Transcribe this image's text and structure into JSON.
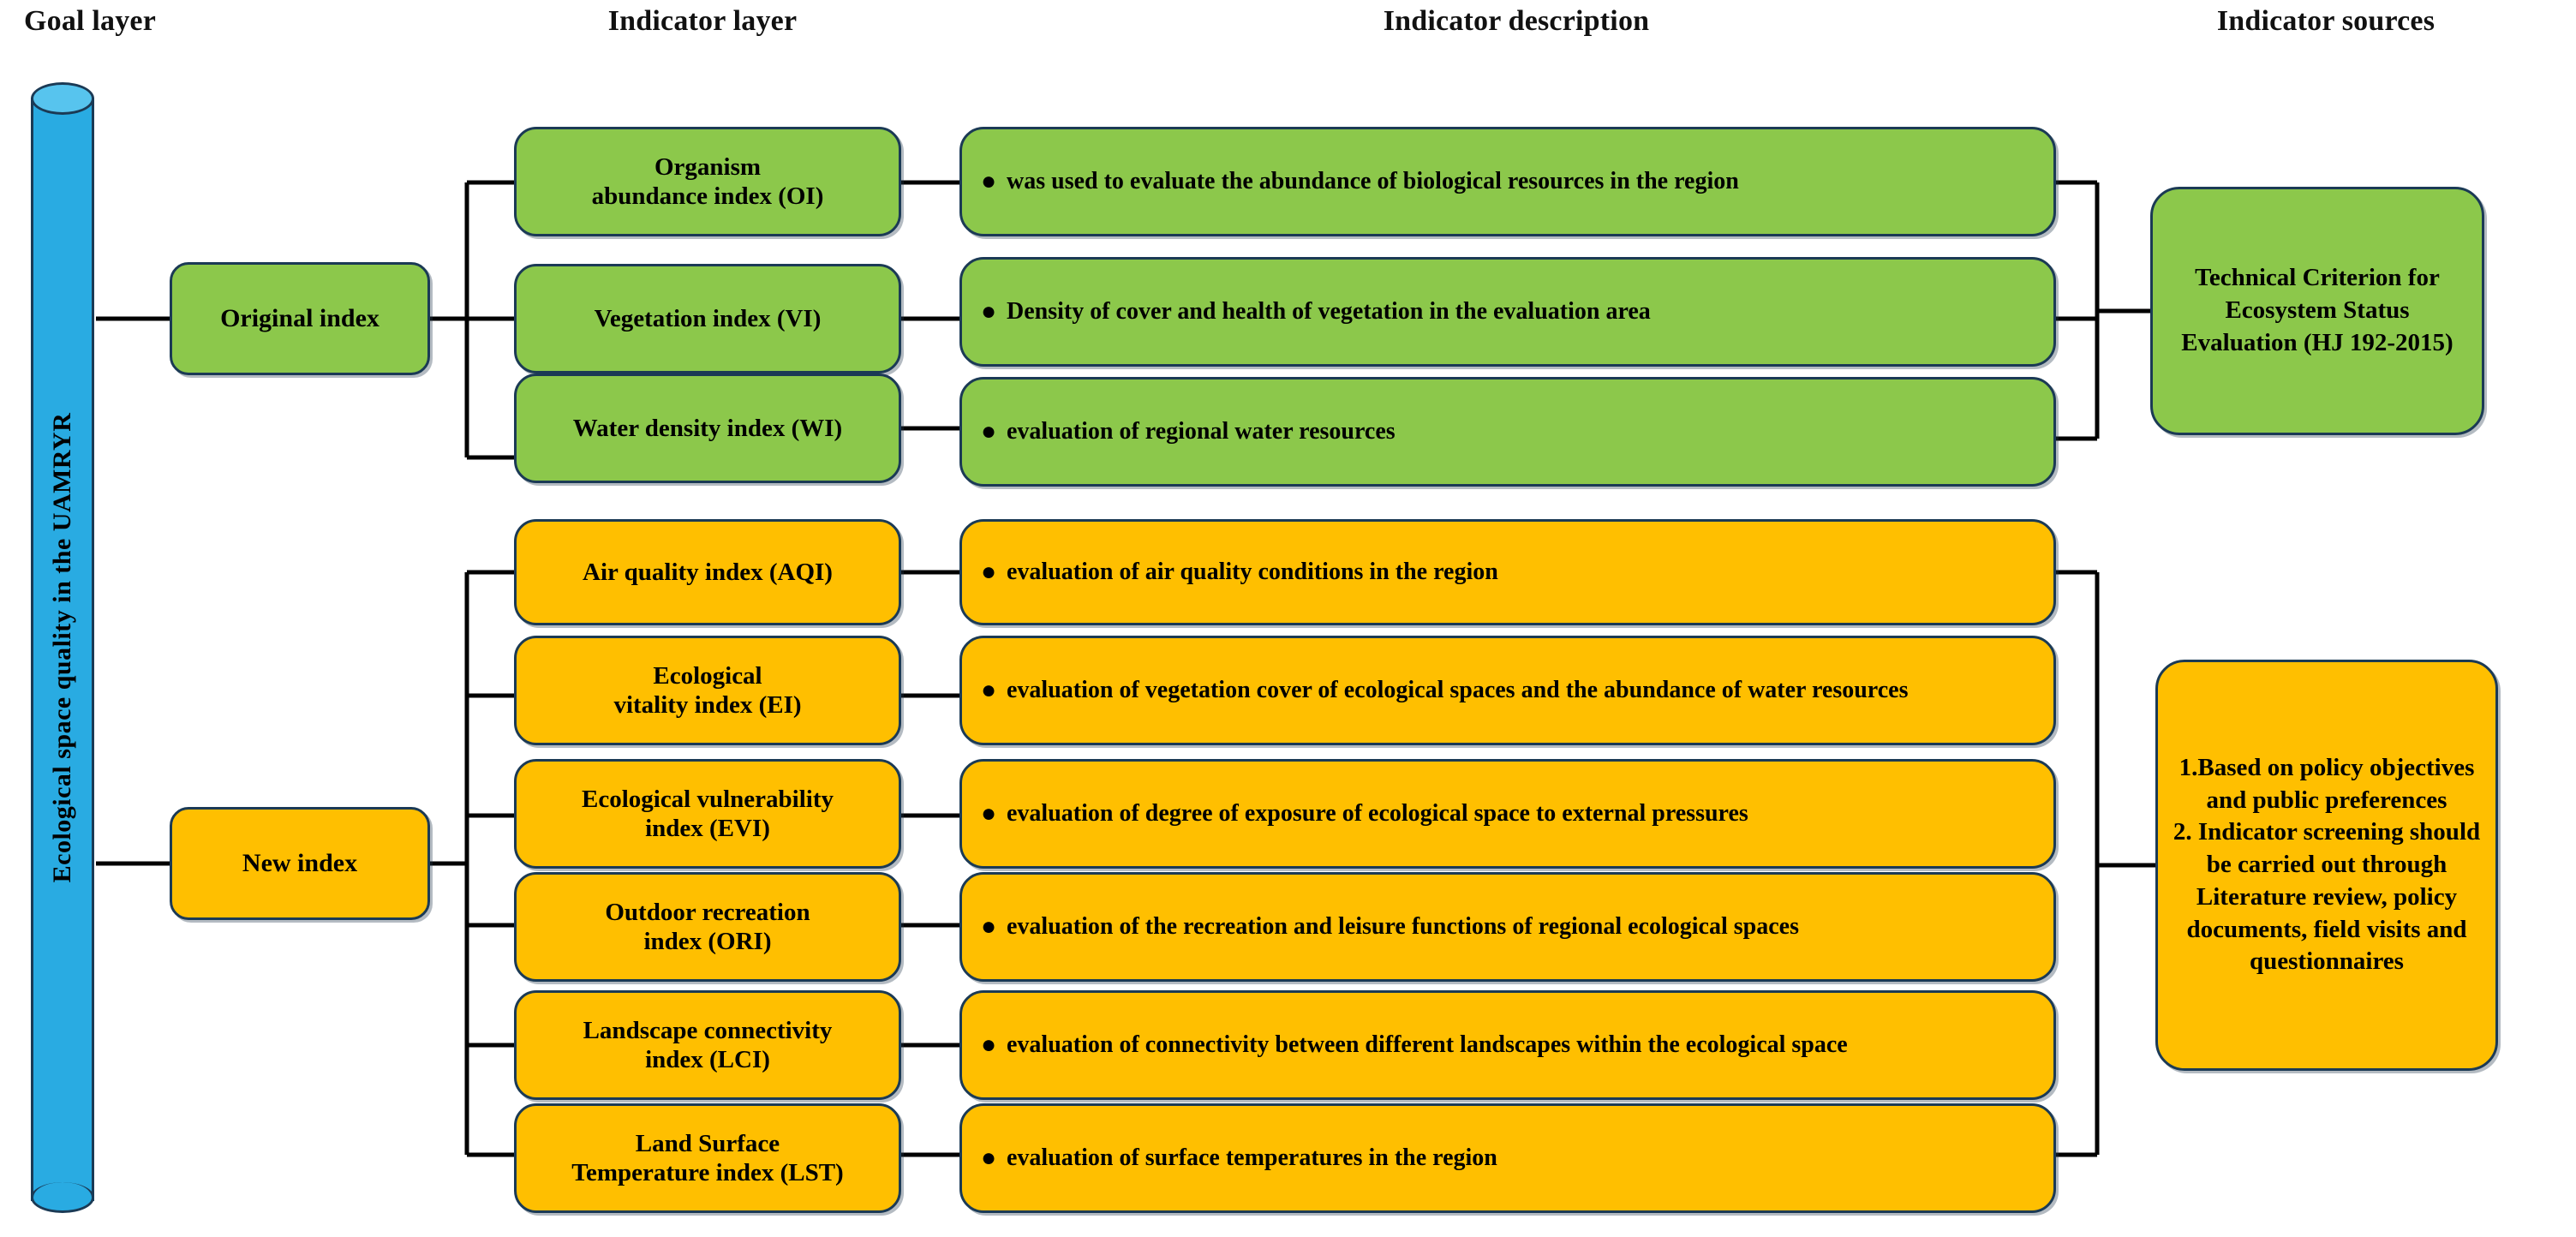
{
  "headers": [
    {
      "label": "Goal layer"
    },
    {
      "label": "Indicator layer"
    },
    {
      "label": "Indicator description"
    },
    {
      "label": "Indicator sources"
    }
  ],
  "goal": {
    "label": "Ecological space quality in the UAMRYR",
    "color": "#29ABE2"
  },
  "branches": [
    {
      "label": "Original index",
      "color": "#8CC84B"
    },
    {
      "label": "New index",
      "color": "#FFBF00"
    }
  ],
  "bullet": "●",
  "colors": {
    "green": "#8CC84B",
    "orange": "#FFBF00",
    "blue": "#29ABE2",
    "outline": "#1b3a55",
    "text": "#000000"
  },
  "original_group": {
    "indicators": [
      {
        "label": "Organism\nabundance index (OI)"
      },
      {
        "label": "Vegetation index (VI)"
      },
      {
        "label": "Water density index (WI)"
      }
    ],
    "descriptions": [
      {
        "text": "was used to evaluate the abundance of biological resources in the region"
      },
      {
        "text": "Density of cover and health of vegetation in the evaluation area"
      },
      {
        "text": "evaluation of regional water resources"
      }
    ],
    "source": {
      "label": "Technical Criterion for Ecosystem Status Evaluation (HJ 192-2015)"
    }
  },
  "new_group": {
    "indicators": [
      {
        "label": "Air quality index (AQI)"
      },
      {
        "label": "Ecological\nvitality index (EI)"
      },
      {
        "label": "Ecological vulnerability\nindex (EVI)"
      },
      {
        "label": "Outdoor recreation\nindex (ORI)"
      },
      {
        "label": "Landscape connectivity\nindex (LCI)"
      },
      {
        "label": "Land Surface\nTemperature index (LST)"
      }
    ],
    "descriptions": [
      {
        "text": "evaluation of air quality conditions in the region"
      },
      {
        "text": "evaluation of vegetation cover of ecological spaces and the abundance of water resources"
      },
      {
        "text": "evaluation of degree of exposure of ecological space to external pressures"
      },
      {
        "text": "evaluation of the recreation and leisure functions of regional ecological spaces"
      },
      {
        "text": "evaluation of connectivity between different landscapes within the ecological space"
      },
      {
        "text": "evaluation of surface temperatures in the region"
      }
    ],
    "source": {
      "label": "1.Based on policy objectives and public preferences\n2. Indicator screening should be carried out through Literature review, policy documents, field visits and questionnaires"
    }
  }
}
